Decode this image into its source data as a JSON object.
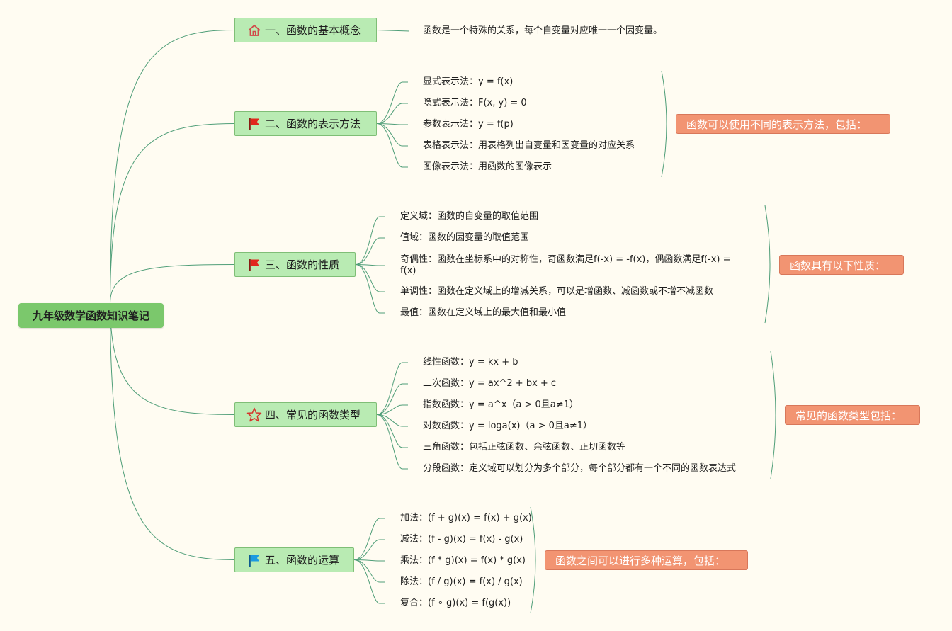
{
  "root": {
    "label": "九年级数学函数知识笔记"
  },
  "colors": {
    "branch": "#4f9e78",
    "section_bg": "#b9ebb3",
    "summary_bg": "#f29472",
    "root_bg": "#7bc86c"
  },
  "sections": [
    {
      "id": "s1",
      "label": "一、函数的基本概念",
      "icon": "home-icon",
      "leaves": [
        "函数是一个特殊的关系，每个自变量对应唯一一个因变量。"
      ]
    },
    {
      "id": "s2",
      "label": "二、函数的表示方法",
      "icon": "red-flag-icon",
      "summary": "函数可以使用不同的表示方法，包括：",
      "leaves": [
        "显式表示法：y = f(x)",
        "隐式表示法：F(x, y) = 0",
        "参数表示法：y = f(p)",
        "表格表示法：用表格列出自变量和因变量的对应关系",
        "图像表示法：用函数的图像表示"
      ]
    },
    {
      "id": "s3",
      "label": "三、函数的性质",
      "icon": "red-flag-icon",
      "summary": "函数具有以下性质：",
      "leaves": [
        "定义域：函数的自变量的取值范围",
        "值域：函数的因变量的取值范围",
        "奇偶性：函数在坐标系中的对称性，奇函数满足f(-x) = -f(x)，偶函数满足f(-x) = f(x)",
        "单调性：函数在定义域上的增减关系，可以是增函数、减函数或不增不减函数",
        "最值：函数在定义域上的最大值和最小值"
      ]
    },
    {
      "id": "s4",
      "label": "四、常见的函数类型",
      "icon": "star-icon",
      "summary": "常见的函数类型包括：",
      "leaves": [
        "线性函数：y = kx + b",
        "二次函数：y = ax^2 + bx + c",
        "指数函数：y = a^x（a > 0且a≠1）",
        "对数函数：y = loga(x)（a > 0且a≠1）",
        "三角函数：包括正弦函数、余弦函数、正切函数等",
        "分段函数：定义域可以划分为多个部分，每个部分都有一个不同的函数表达式"
      ]
    },
    {
      "id": "s5",
      "label": "五、函数的运算",
      "icon": "blue-flag-icon",
      "summary": "函数之间可以进行多种运算，包括：",
      "leaves": [
        "加法：(f + g)(x) = f(x) + g(x)",
        "减法：(f - g)(x) = f(x) - g(x)",
        "乘法：(f * g)(x) = f(x) * g(x)",
        "除法：(f / g)(x) = f(x) / g(x)",
        "复合：(f ∘ g)(x) = f(g(x))"
      ]
    }
  ]
}
